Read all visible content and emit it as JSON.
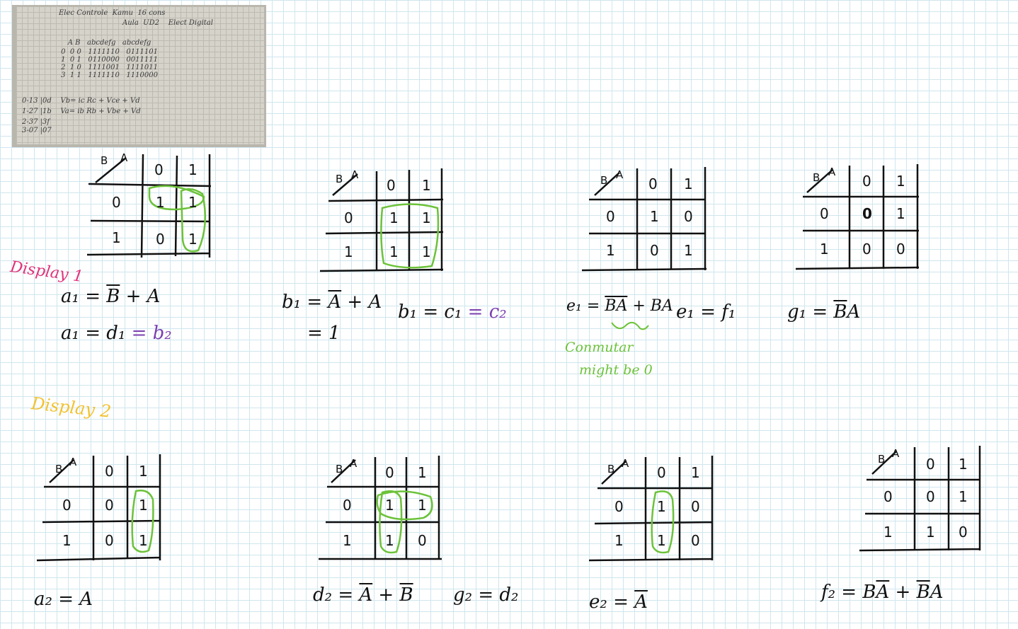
{
  "photo": {
    "lines": [
      "Elec Controle  Kamu  16 cons",
      "Aula  UD2    Elect Digital",
      "    A B   abcdefg   abcdefg",
      " 0  0 0   1111110   0111101",
      " 1  0 1   0110000   0011111",
      " 2  1 0   1111001   1111011",
      " 3  1 1   1111110   1110000",
      "",
      "0-13 |0d    Vb= ic Rc + Vce + Vd",
      "1-27 |1b    Va= ib Rb + Vbe + Vd",
      "2-37 |3f",
      "3-07 |07"
    ]
  },
  "map_header": {
    "b": "B",
    "a": "A"
  },
  "display1": {
    "label": "Display 1",
    "maps": [
      {
        "col0": "0",
        "col1": "1",
        "row0": "0",
        "row1": "1",
        "cells": [
          "1",
          "1",
          "0",
          "1"
        ]
      },
      {
        "col0": "0",
        "col1": "1",
        "row0": "0",
        "row1": "1",
        "cells": [
          "1",
          "1",
          "1",
          "1"
        ]
      },
      {
        "col0": "0",
        "col1": "1",
        "row0": "0",
        "row1": "1",
        "cells": [
          "1",
          "0",
          "0",
          "1"
        ]
      },
      {
        "col0": "0",
        "col1": "1",
        "row0": "0",
        "row1": "1",
        "cells": [
          "0",
          "1",
          "0",
          "0"
        ]
      }
    ],
    "eq": {
      "a1_prefix": "a₁ = ",
      "a1_b": "B",
      "a1_rest": " + A",
      "a1_eq2": "a₁ = d₁ ",
      "a1_eq2_purple": "= b₂",
      "b1_prefix": "b₁ = ",
      "b1_a": "A",
      "b1_rest": " + A",
      "b1_one": "= 1",
      "b1_c": "b₁ = c₁ ",
      "b1_c_purple": "= c₂",
      "e1_prefix": "e₁ = ",
      "e1_b": "B",
      "e1_a": "A",
      "e1_rest": " + BA",
      "e1_f": "e₁ = f₁",
      "g1_prefix": "g₁ = ",
      "g1_b": "B",
      "g1_rest": "A",
      "note_1": "Conmutar",
      "note_2": "might be 0"
    }
  },
  "display2": {
    "label": "Display 2",
    "maps": [
      {
        "col0": "0",
        "col1": "1",
        "row0": "0",
        "row1": "1",
        "cells": [
          "0",
          "1",
          "0",
          "1"
        ]
      },
      {
        "col0": "0",
        "col1": "1",
        "row0": "0",
        "row1": "1",
        "cells": [
          "1",
          "1",
          "1",
          "0"
        ]
      },
      {
        "col0": "0",
        "col1": "1",
        "row0": "0",
        "row1": "1",
        "cells": [
          "1",
          "0",
          "1",
          "0"
        ]
      },
      {
        "col0": "0",
        "col1": "1",
        "row0": "0",
        "row1": "1",
        "cells": [
          "0",
          "1",
          "1",
          "0"
        ]
      }
    ],
    "eq": {
      "a2": "a₂ = A",
      "d2_prefix": "d₂ = ",
      "d2_a": "A",
      "d2_mid": " + ",
      "d2_b": "B",
      "g2": "g₂ = d₂",
      "e2_prefix": "e₂ = ",
      "e2_a": "A",
      "f2_prefix": "f₂ = B",
      "f2_a": "A",
      "f2_mid": " + ",
      "f2_b": "B",
      "f2_rest": "A"
    }
  },
  "colors": {
    "green": "#6cc23a",
    "purple": "#7b3fb0",
    "magenta": "#e0337a",
    "yellow": "#f2c230"
  }
}
